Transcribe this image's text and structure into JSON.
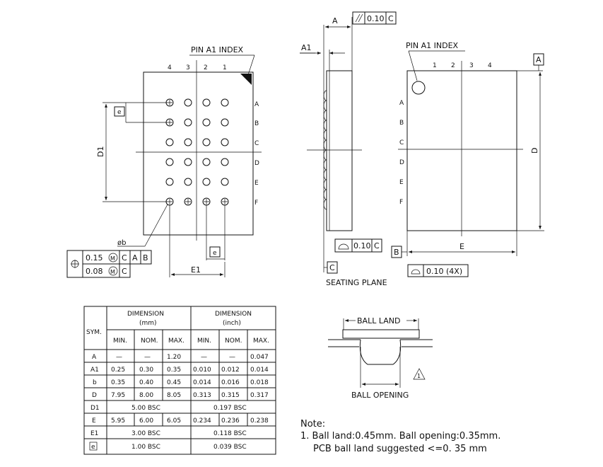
{
  "top_view": {
    "pin_a1_index": "PIN A1 INDEX",
    "columns": [
      "4",
      "3",
      "2",
      "1"
    ],
    "rows": [
      "A",
      "B",
      "C",
      "D",
      "E",
      "F"
    ],
    "label_d1": "D1",
    "label_e": "e",
    "label_e_bottom": "e",
    "label_phib": "øb",
    "label_e1": "E1",
    "fcf": {
      "row1": {
        "tol": "0.15",
        "mod": "M",
        "refs": [
          "C",
          "A",
          "B"
        ]
      },
      "row2": {
        "tol": "0.08",
        "mod": "M",
        "refs": [
          "C"
        ]
      }
    }
  },
  "side_view": {
    "label_a": "A",
    "label_a1": "A1",
    "parallel_tol": "0.10",
    "parallel_ref": "C",
    "flat_tol": "0.10",
    "flat_ref": "C",
    "datum_c": "C",
    "seating_plane": "SEATING PLANE"
  },
  "bottom_view": {
    "pin_a1_index": "PIN A1 INDEX",
    "columns": [
      "1",
      "2",
      "3",
      "4"
    ],
    "rows": [
      "A",
      "B",
      "C",
      "D",
      "E",
      "F"
    ],
    "datum_a": "A",
    "datum_b": "B",
    "label_d": "D",
    "label_e": "E",
    "flat_tol": "0.10 (4X)"
  },
  "table": {
    "sym_header": "SYM.",
    "group_mm": [
      "DIMENSION",
      "(mm)"
    ],
    "group_inch": [
      "DIMENSION",
      "(inch)"
    ],
    "sub_headers": [
      "MIN.",
      "NOM.",
      "MAX.",
      "MIN.",
      "NOM.",
      "MAX."
    ],
    "rows": [
      {
        "sym": "A",
        "cells": [
          "—",
          "—",
          "1.20",
          "—",
          "—",
          "0.047"
        ]
      },
      {
        "sym": "A1",
        "cells": [
          "0.25",
          "0.30",
          "0.35",
          "0.010",
          "0.012",
          "0.014"
        ]
      },
      {
        "sym": "b",
        "cells": [
          "0.35",
          "0.40",
          "0.45",
          "0.014",
          "0.016",
          "0.018"
        ]
      },
      {
        "sym": "D",
        "cells": [
          "7.95",
          "8.00",
          "8.05",
          "0.313",
          "0.315",
          "0.317"
        ]
      },
      {
        "sym": "D1",
        "span_mm": "5.00 BSC",
        "span_inch": "0.197 BSC"
      },
      {
        "sym": "E",
        "cells": [
          "5.95",
          "6.00",
          "6.05",
          "0.234",
          "0.236",
          "0.238"
        ]
      },
      {
        "sym": "E1",
        "span_mm": "3.00 BSC",
        "span_inch": "0.118 BSC"
      },
      {
        "sym": "e",
        "span_mm": "1.00 BSC",
        "span_inch": "0.039 BSC"
      }
    ]
  },
  "ball_detail": {
    "ball_land": "BALL LAND",
    "ball_opening": "BALL OPENING",
    "note_ref": "1"
  },
  "notes": {
    "title": "Note:",
    "line1": "1. Ball land:0.45mm.  Ball opening:0.35mm.",
    "line2": "PCB ball land suggested <=0. 35   mm"
  }
}
